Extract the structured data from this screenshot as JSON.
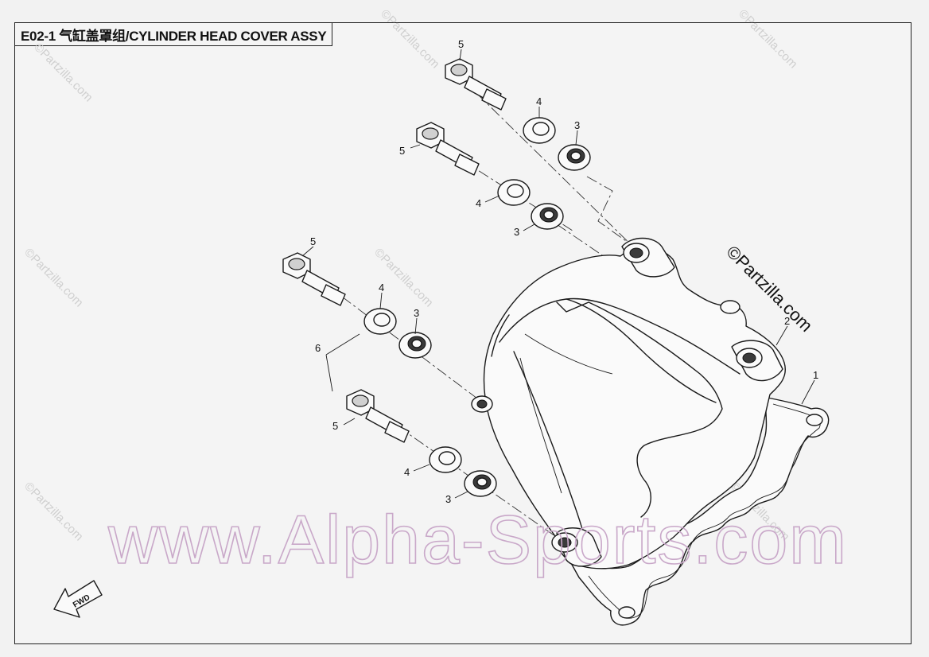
{
  "title": "E02-1 气缸盖罩组/CYLINDER HEAD COVER ASSY",
  "watermark_main": "www.Alpha-Sports.com",
  "watermark_repeat": "©Partzilla.com",
  "copyright_mark": "©Partzilla.com",
  "fwd_label": "FWD",
  "callouts": {
    "c1": "1",
    "c2": "2",
    "c3a": "3",
    "c3b": "3",
    "c3c": "3",
    "c3d": "3",
    "c4a": "4",
    "c4b": "4",
    "c4c": "4",
    "c4d": "4",
    "c5a": "5",
    "c5b": "5",
    "c5c": "5",
    "c5d": "5",
    "c6": "6"
  }
}
